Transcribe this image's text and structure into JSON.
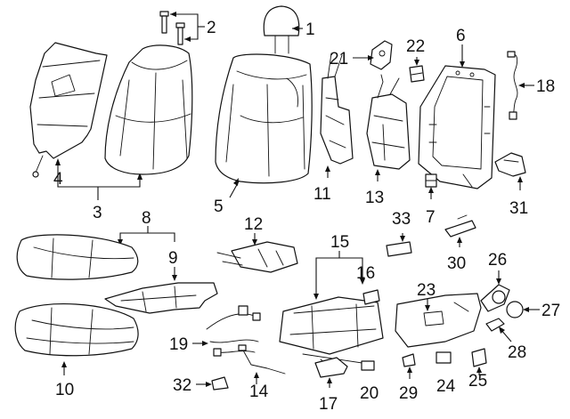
{
  "callouts": {
    "c1": "1",
    "c2": "2",
    "c3": "3",
    "c4": "4",
    "c5": "5",
    "c6": "6",
    "c7": "7",
    "c8": "8",
    "c9": "9",
    "c10": "10",
    "c11": "11",
    "c12": "12",
    "c13": "13",
    "c14": "14",
    "c15": "15",
    "c16": "16",
    "c17": "17",
    "c18": "18",
    "c19": "19",
    "c20": "20",
    "c21": "21",
    "c22": "22",
    "c23": "23",
    "c24": "24",
    "c25": "25",
    "c26": "26",
    "c27": "27",
    "c28": "28",
    "c29": "29",
    "c30": "30",
    "c31": "31",
    "c32": "32",
    "c33": "33"
  },
  "colors": {
    "line": "#111111",
    "background": "#ffffff"
  }
}
